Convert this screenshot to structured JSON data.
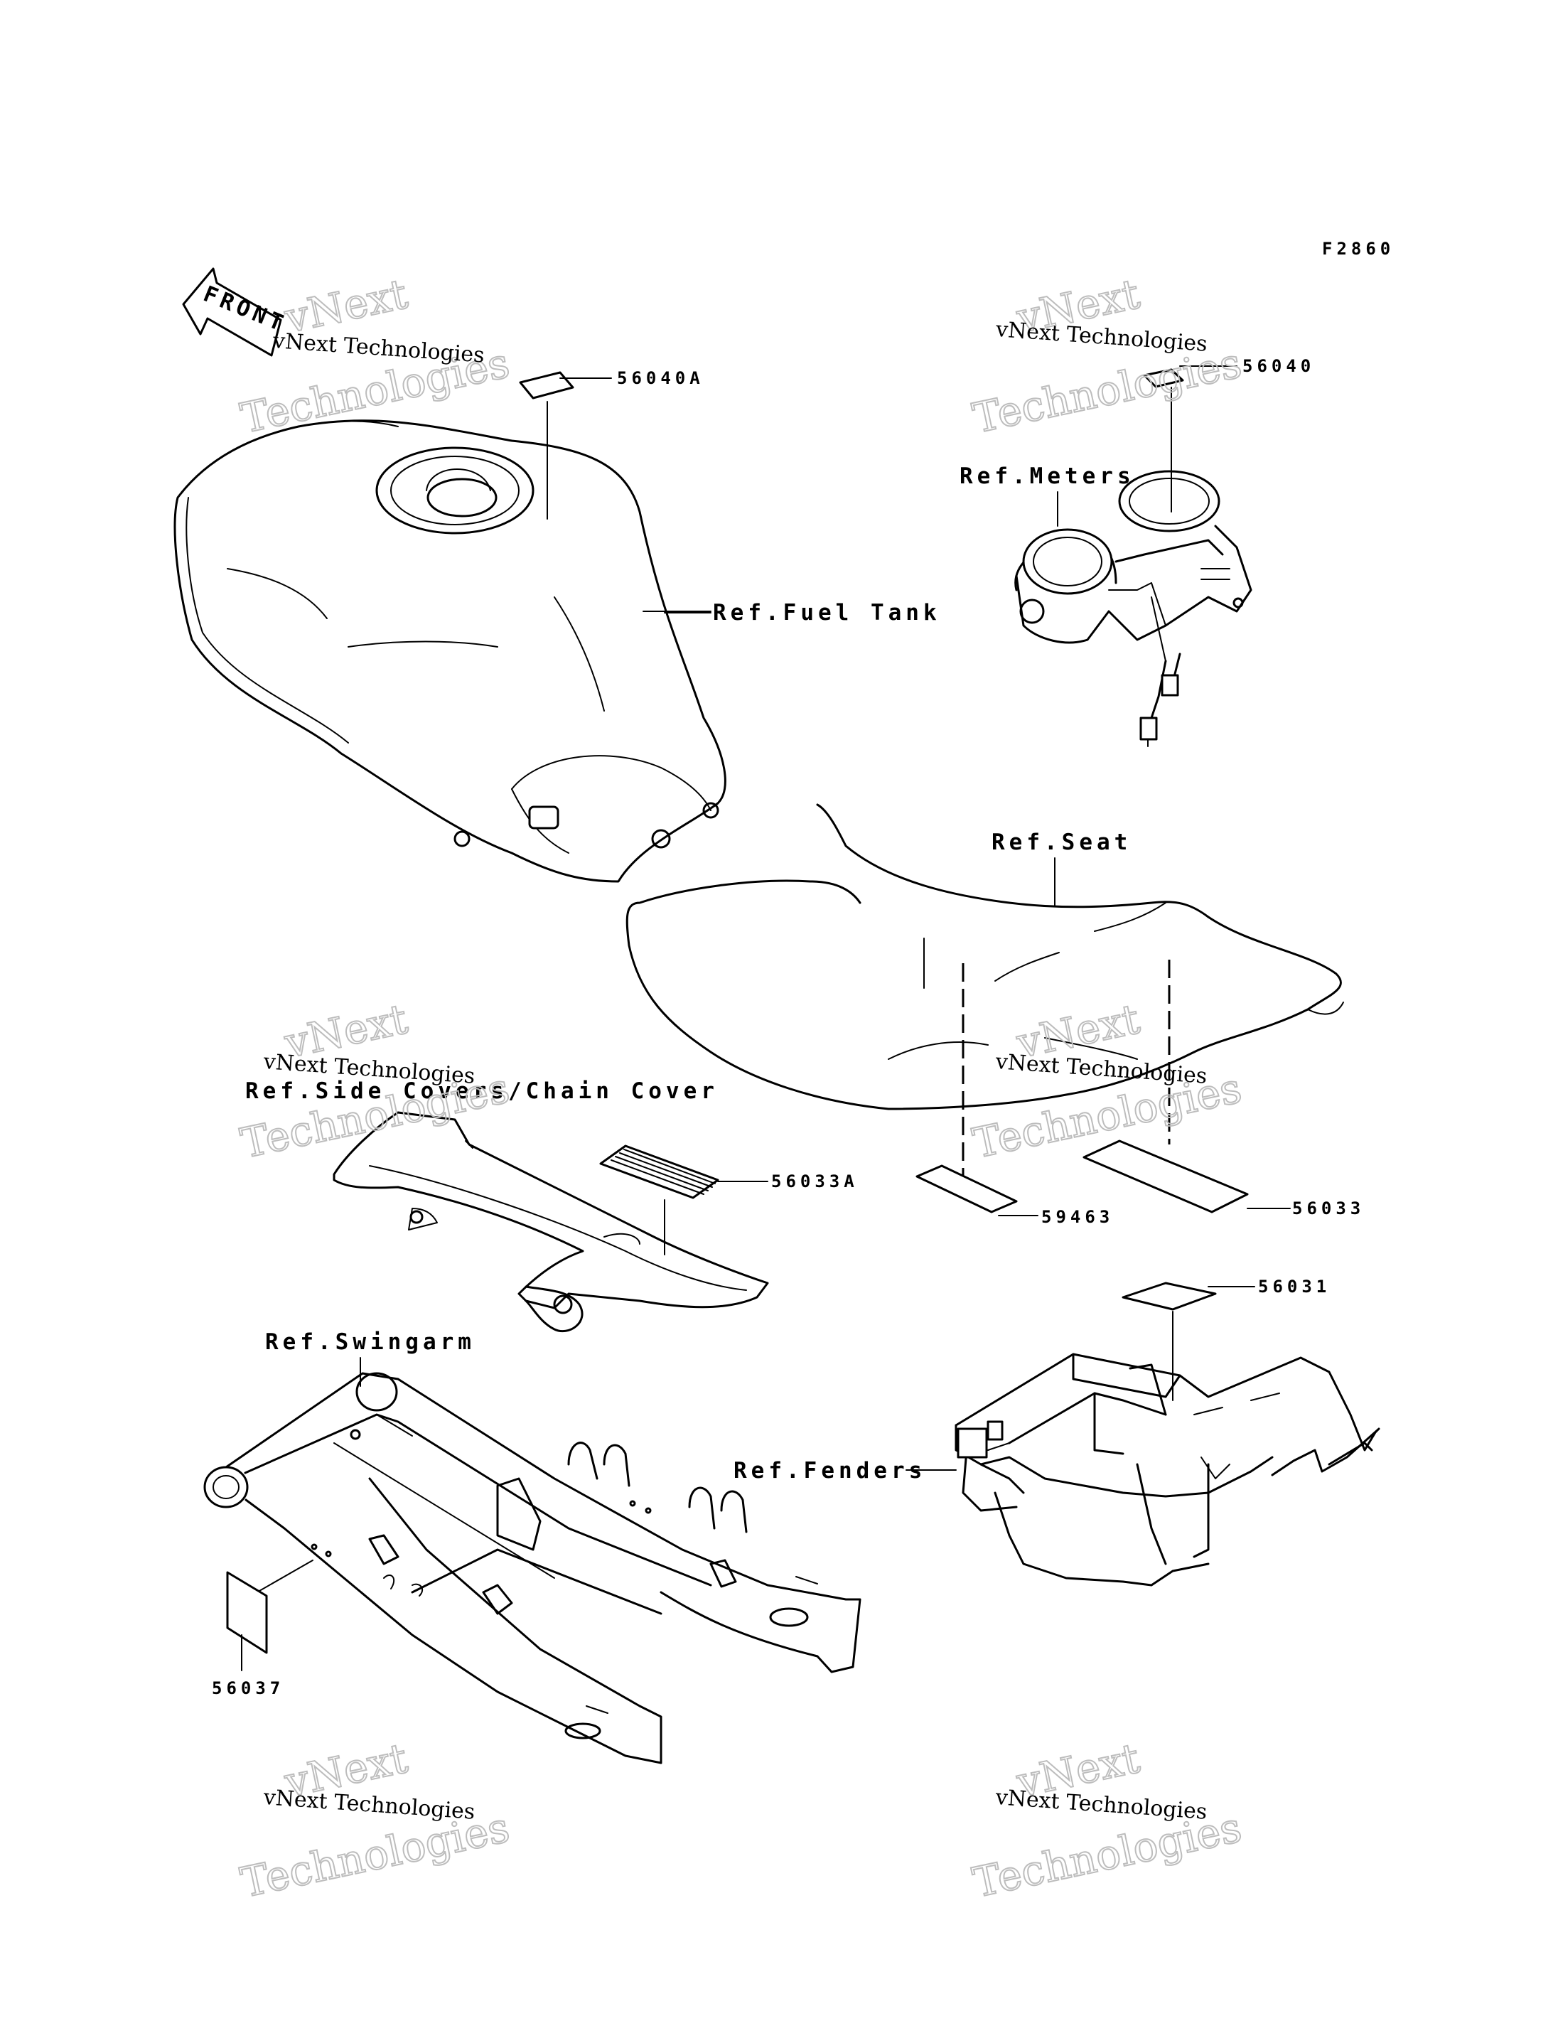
{
  "figure_code": "F2860",
  "front_label": "FRONT",
  "watermark": {
    "line1": "vNext",
    "line2": "vNext Technologies",
    "line3": "Technologies"
  },
  "references": {
    "fuel_tank": "Ref.Fuel Tank",
    "meters": "Ref.Meters",
    "seat": "Ref.Seat",
    "side_covers": "Ref.Side Covers/Chain Cover",
    "swingarm": "Ref.Swingarm",
    "fenders": "Ref.Fenders"
  },
  "parts": {
    "p56040A": "56040A",
    "p56040": "56040",
    "p56033A": "56033A",
    "p59463": "59463",
    "p56033": "56033",
    "p56031": "56031",
    "p56037": "56037"
  }
}
